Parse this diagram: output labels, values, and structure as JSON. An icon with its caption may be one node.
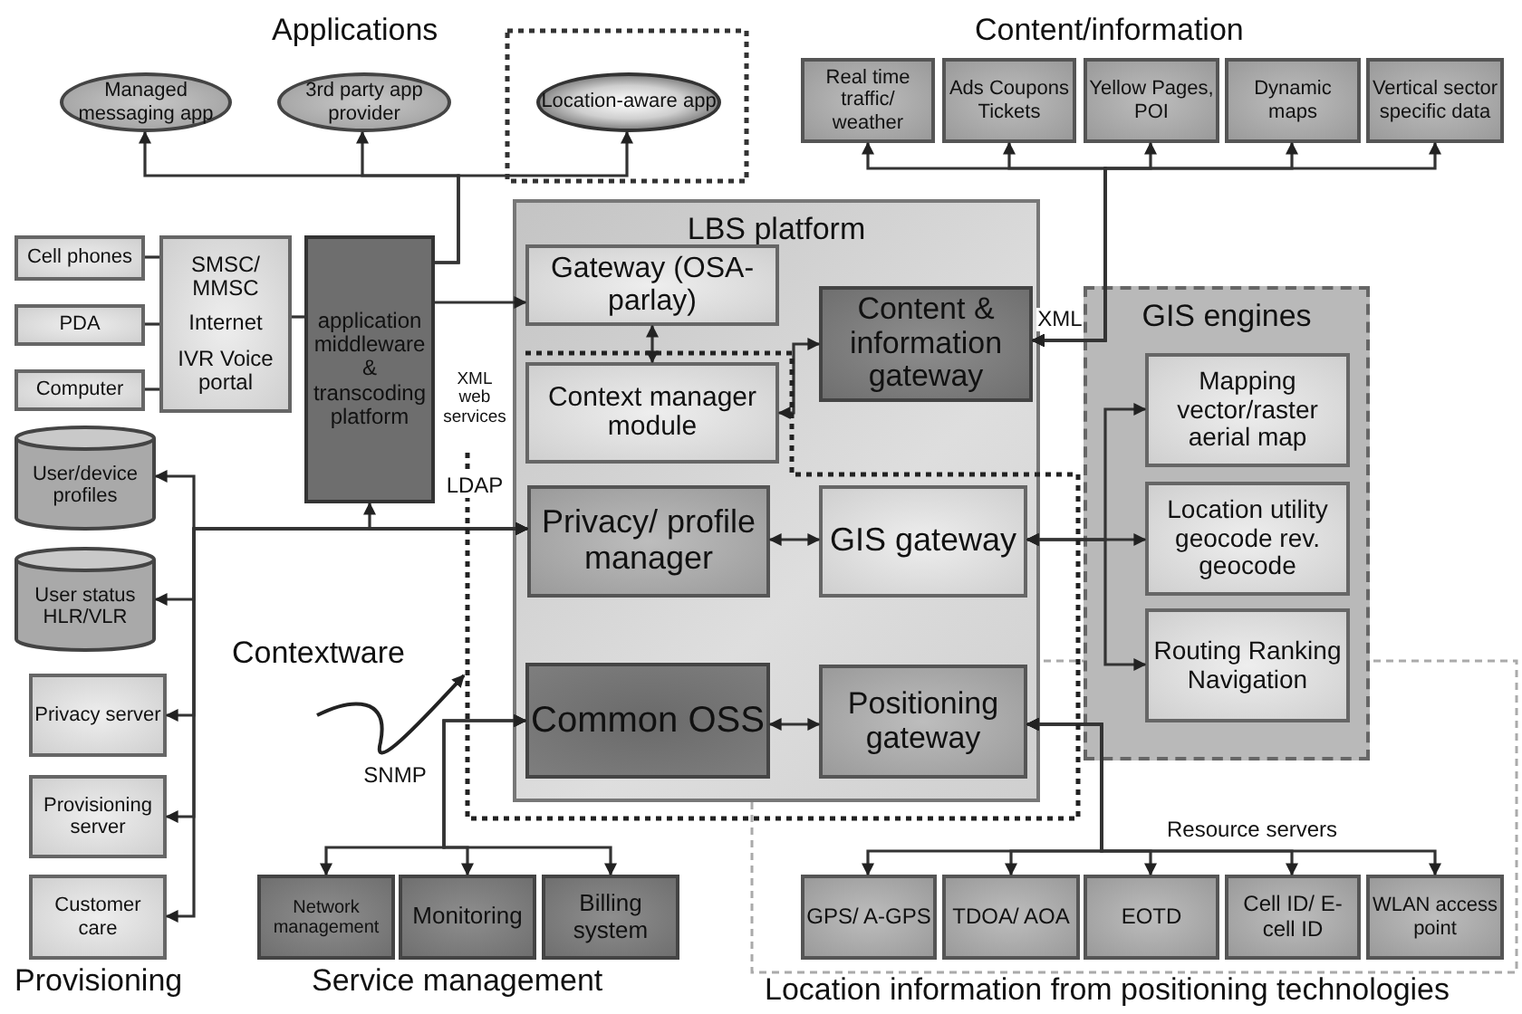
{
  "diagram": {
    "nodes": [
      {
        "text": [
          "LBS platform"
        ]
      },
      {
        "text": [
          "Gateway (OSA-parlay)"
        ],
        "in": 0
      },
      {
        "text": [
          "Content & information gateway"
        ],
        "in": 0
      },
      {
        "text": [
          "Context manager module"
        ],
        "in": 0
      },
      {
        "text": [
          "Privacy/ profile manager"
        ],
        "in": 0
      },
      {
        "text": [
          "GIS gateway"
        ],
        "in": 0
      },
      {
        "text": [
          "Common OSS"
        ],
        "in": 0
      },
      {
        "text": [
          "Positioning gateway"
        ],
        "in": 0
      },
      {
        "text": [
          "Managed messaging app"
        ]
      },
      {
        "text": [
          "3rd party app provider"
        ]
      },
      {
        "text": [
          "Location-aware app"
        ]
      },
      {
        "text": [
          "Real time traffic/ weather"
        ]
      },
      {
        "text": [
          "Ads Coupons Tickets"
        ]
      },
      {
        "text": [
          "Yellow Pages, POI"
        ]
      },
      {
        "text": [
          "Dynamic maps"
        ]
      },
      {
        "text": [
          "Vertical sector specific data"
        ]
      },
      {
        "text": [
          "GIS engines"
        ]
      },
      {
        "text": [
          "Mapping vector/raster aerial map"
        ],
        "in": 16
      },
      {
        "text": [
          "Location utility geocode rev. geocode"
        ],
        "in": 16
      },
      {
        "text": [
          "Routing Ranking Navigation"
        ],
        "in": 16
      },
      {
        "text": [
          "Cell phones"
        ]
      },
      {
        "text": [
          "PDA"
        ]
      },
      {
        "text": [
          "Computer"
        ]
      },
      {
        "text": [
          "SMSC/ MMSC",
          "Internet",
          "IVR Voice portal"
        ]
      },
      {
        "text": [
          "application middleware & transcoding platform"
        ]
      },
      {
        "text": [
          "User/device profiles"
        ]
      },
      {
        "text": [
          "User status HLR/VLR"
        ]
      },
      {
        "text": [
          "Privacy server"
        ]
      },
      {
        "text": [
          "Provisioning server"
        ]
      },
      {
        "text": [
          "Customer care"
        ]
      },
      {
        "text": [
          "Network management"
        ]
      },
      {
        "text": [
          "Monitoring"
        ]
      },
      {
        "text": [
          "Billing system"
        ]
      },
      {
        "text": [
          "GPS/ A-GPS"
        ]
      },
      {
        "text": [
          "TDOA/ AOA"
        ]
      },
      {
        "text": [
          "EOTD"
        ]
      },
      {
        "text": [
          "Cell ID/ E-cell ID"
        ]
      },
      {
        "text": [
          "WLAN access point"
        ]
      }
    ],
    "edges": [
      {
        "from": 24,
        "to": 8,
        "arrow": "to"
      },
      {
        "from": 24,
        "to": 9,
        "arrow": "to"
      },
      {
        "from": 24,
        "to": 10,
        "arrow": "to"
      },
      {
        "from": 24,
        "to": 1,
        "arrow": "to"
      },
      {
        "from": 1,
        "to": 3,
        "arrow": "both"
      },
      {
        "from": 3,
        "to": 2,
        "arrow": "both"
      },
      {
        "from": 4,
        "to": 5,
        "arrow": "both"
      },
      {
        "from": 6,
        "to": 7,
        "arrow": "both"
      },
      {
        "from": 2,
        "to": 11,
        "arrow": "both"
      },
      {
        "from": 2,
        "to": 12,
        "arrow": "both"
      },
      {
        "from": 2,
        "to": 13,
        "arrow": "both"
      },
      {
        "from": 2,
        "to": 14,
        "arrow": "both"
      },
      {
        "from": 2,
        "to": 15,
        "arrow": "both"
      },
      {
        "from": 5,
        "to": 17,
        "arrow": "both"
      },
      {
        "from": 5,
        "to": 18,
        "arrow": "both"
      },
      {
        "from": 5,
        "to": 19,
        "arrow": "both"
      },
      {
        "from": 7,
        "to": 33,
        "arrow": "both"
      },
      {
        "from": 7,
        "to": 34,
        "arrow": "both"
      },
      {
        "from": 7,
        "to": 35,
        "arrow": "both"
      },
      {
        "from": 7,
        "to": 36,
        "arrow": "both"
      },
      {
        "from": 7,
        "to": 37,
        "arrow": "both"
      },
      {
        "from": 4,
        "to": 25,
        "arrow": "both"
      },
      {
        "from": 4,
        "to": 26,
        "arrow": "both"
      },
      {
        "from": 4,
        "to": 27,
        "arrow": "both"
      },
      {
        "from": 4,
        "to": 28,
        "arrow": "both"
      },
      {
        "from": 4,
        "to": 29,
        "arrow": "both"
      },
      {
        "from": 4,
        "to": 24,
        "arrow": "both"
      },
      {
        "from": 6,
        "to": 30,
        "arrow": "both"
      },
      {
        "from": 6,
        "to": 31,
        "arrow": "both"
      },
      {
        "from": 6,
        "to": 32,
        "arrow": "both"
      },
      {
        "from": 20,
        "to": 23,
        "arrow": "none"
      },
      {
        "from": 21,
        "to": 23,
        "arrow": "none"
      },
      {
        "from": 22,
        "to": 23,
        "arrow": "none"
      },
      {
        "from": 23,
        "to": 24,
        "arrow": "none"
      }
    ],
    "labels": [
      "Applications",
      "Content/information",
      "XML",
      "XML web services",
      "LDAP",
      "Contextware",
      "SNMP",
      "Provisioning",
      "Service management",
      "Resource servers",
      "Location information from positioning technologies"
    ]
  }
}
